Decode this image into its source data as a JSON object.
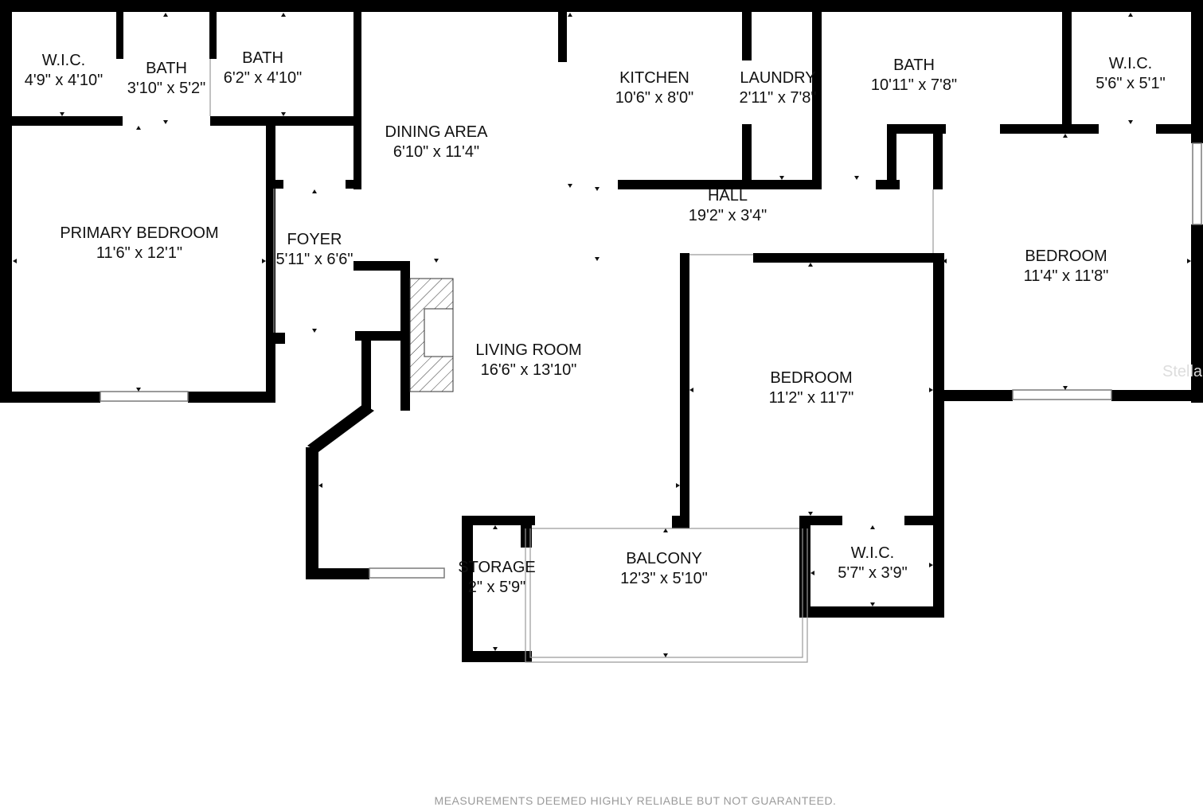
{
  "rooms": {
    "wic_primary": {
      "name": "W.I.C.",
      "size": "4'9\" x 4'10\""
    },
    "bath_primary_small": {
      "name": "BATH",
      "size": "3'10\" x 5'2\""
    },
    "bath_primary": {
      "name": "BATH",
      "size": "6'2\" x 4'10\""
    },
    "primary_bedroom": {
      "name": "PRIMARY BEDROOM",
      "size": "11'6\" x 12'1\""
    },
    "foyer": {
      "name": "FOYER",
      "size": "5'11\" x 6'6\""
    },
    "dining_area": {
      "name": "DINING AREA",
      "size": "6'10\" x 11'4\""
    },
    "kitchen": {
      "name": "KITCHEN",
      "size": "10'6\" x 8'0\""
    },
    "laundry": {
      "name": "LAUNDRY",
      "size": "2'11\" x 7'8\""
    },
    "bath_hall": {
      "name": "BATH",
      "size": "10'11\" x 7'8\""
    },
    "wic_bedroom_right": {
      "name": "W.I.C.",
      "size": "5'6\" x 5'1\""
    },
    "hall": {
      "name": "HALL",
      "size": "19'2\" x 3'4\""
    },
    "bedroom_right": {
      "name": "BEDROOM",
      "size": "11'4\" x 11'8\""
    },
    "living_room": {
      "name": "LIVING ROOM",
      "size": "16'6\" x 13'10\""
    },
    "bedroom_center": {
      "name": "BEDROOM",
      "size": "11'2\" x 11'7\""
    },
    "wic_bedroom_center": {
      "name": "W.I.C.",
      "size": "5'7\" x 3'9\""
    },
    "balcony": {
      "name": "BALCONY",
      "size": "12'3\" x 5'10\""
    },
    "storage": {
      "name": "STORAGE",
      "size": "2\" x 5'9\""
    }
  },
  "watermark": "Stellar",
  "disclaimer": "MEASUREMENTS DEEMED HIGHLY RELIABLE BUT NOT GUARANTEED.",
  "colors": {
    "wall": "#000000",
    "window": "#9a9a9a",
    "text": "#111111",
    "footer": "#9a9a9a"
  }
}
